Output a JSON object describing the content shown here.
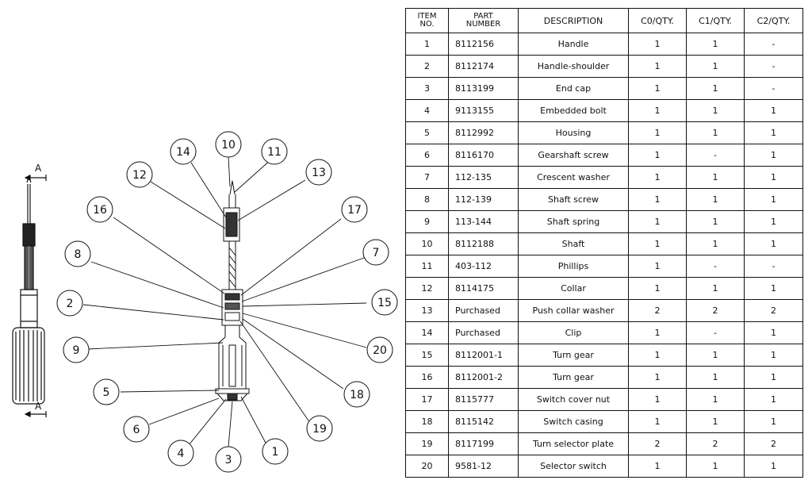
{
  "section_label": "A",
  "table": {
    "headers": {
      "item_no_line1": "ITEM",
      "item_no_line2": "NO.",
      "part_number_line1": "PART",
      "part_number_line2": "NUMBER",
      "description": "DESCRIPTION",
      "c0": "C0/QTY.",
      "c1": "C1/QTY.",
      "c2": "C2/QTY."
    },
    "rows": [
      {
        "item": "1",
        "part": "8112156",
        "desc": "Handle",
        "c0": "1",
        "c1": "1",
        "c2": "-"
      },
      {
        "item": "2",
        "part": "8112174",
        "desc": "Handle-shoulder",
        "c0": "1",
        "c1": "1",
        "c2": "-"
      },
      {
        "item": "3",
        "part": "8113199",
        "desc": "End cap",
        "c0": "1",
        "c1": "1",
        "c2": "-"
      },
      {
        "item": "4",
        "part": "9113155",
        "desc": "Embedded bolt",
        "c0": "1",
        "c1": "1",
        "c2": "1"
      },
      {
        "item": "5",
        "part": "8112992",
        "desc": "Housing",
        "c0": "1",
        "c1": "1",
        "c2": "1"
      },
      {
        "item": "6",
        "part": "8116170",
        "desc": "Gearshaft screw",
        "c0": "1",
        "c1": "-",
        "c2": "1"
      },
      {
        "item": "7",
        "part": "112-135",
        "desc": "Crescent washer",
        "c0": "1",
        "c1": "1",
        "c2": "1"
      },
      {
        "item": "8",
        "part": "112-139",
        "desc": "Shaft screw",
        "c0": "1",
        "c1": "1",
        "c2": "1"
      },
      {
        "item": "9",
        "part": "113-144",
        "desc": "Shaft spring",
        "c0": "1",
        "c1": "1",
        "c2": "1"
      },
      {
        "item": "10",
        "part": "8112188",
        "desc": "Shaft",
        "c0": "1",
        "c1": "1",
        "c2": "1"
      },
      {
        "item": "11",
        "part": "403-112",
        "desc": "Phillips",
        "c0": "1",
        "c1": "-",
        "c2": "-"
      },
      {
        "item": "12",
        "part": "8114175",
        "desc": "Collar",
        "c0": "1",
        "c1": "1",
        "c2": "1"
      },
      {
        "item": "13",
        "part": "Purchased",
        "desc": "Push collar washer",
        "c0": "2",
        "c1": "2",
        "c2": "2"
      },
      {
        "item": "14",
        "part": "Purchased",
        "desc": "Clip",
        "c0": "1",
        "c1": "-",
        "c2": "1"
      },
      {
        "item": "15",
        "part": "8112001-1",
        "desc": "Turn gear",
        "c0": "1",
        "c1": "1",
        "c2": "1"
      },
      {
        "item": "16",
        "part": "8112001-2",
        "desc": "Turn gear",
        "c0": "1",
        "c1": "1",
        "c2": "1"
      },
      {
        "item": "17",
        "part": "8115777",
        "desc": "Switch cover nut",
        "c0": "1",
        "c1": "1",
        "c2": "1"
      },
      {
        "item": "18",
        "part": "8115142",
        "desc": "Switch casing",
        "c0": "1",
        "c1": "1",
        "c2": "1"
      },
      {
        "item": "19",
        "part": "8117199",
        "desc": "Turn selector plate",
        "c0": "2",
        "c1": "2",
        "c2": "2"
      },
      {
        "item": "20",
        "part": "9581-12",
        "desc": "Selector switch",
        "c0": "1",
        "c1": "1",
        "c2": "1"
      }
    ]
  },
  "balloons": [
    "10",
    "11",
    "14",
    "12",
    "13",
    "16",
    "17",
    "8",
    "7",
    "2",
    "15",
    "9",
    "20",
    "5",
    "18",
    "6",
    "19",
    "4",
    "1",
    "3"
  ]
}
